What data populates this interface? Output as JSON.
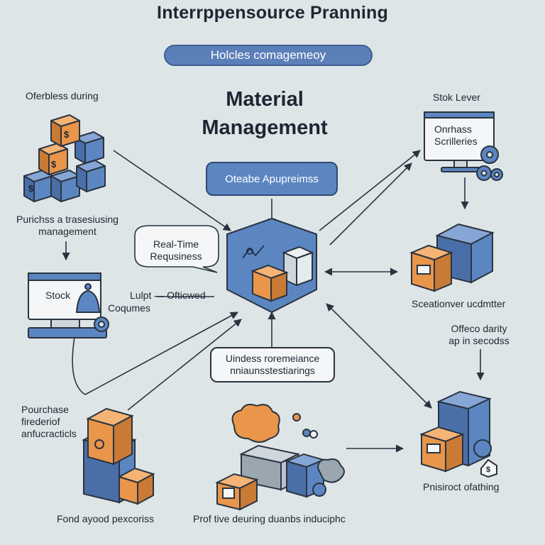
{
  "title": "Interrppensource Pranning",
  "subtitle_pill": "Holcles comagemeoy",
  "heading": {
    "line1": "Material",
    "line2": "Management"
  },
  "labels": {
    "top_left": "Oferbless during",
    "left_mid_1": "Purichss a trasesiusing",
    "left_mid_2": "management",
    "speech_1": "Real-Time",
    "speech_2": "Requsiness",
    "stock": "Stock",
    "coqumes": "Coqumes",
    "lulpt": "Lulpt — Ofticwed",
    "left_bottom_1": "Pourchase",
    "left_bottom_2": "firederiof",
    "left_bottom_3": "anfucracticls",
    "bottom_left": "Fond ayood pexcoriss",
    "bottom_center": "Prof tive deuring duanbs induciphc",
    "top_right": "Stok Lever",
    "monitor_1": "Onrhass",
    "monitor_2": "Scrilleries",
    "right_mid": "Sceationver ucdmtter",
    "right_mid2_1": "Offeco darity",
    "right_mid2_2": "ap in secodss",
    "bottom_right": "Pnisiroct ofathing",
    "center_box": "Oteabe Apupreimss",
    "lower_box_1": "Uindess roremeiance",
    "lower_box_2": "nniaunsstestiarings"
  },
  "colors": {
    "blue": "#5b86c2",
    "orange": "#e9954a",
    "dark": "#2a3440",
    "background": "#dde5e7"
  }
}
